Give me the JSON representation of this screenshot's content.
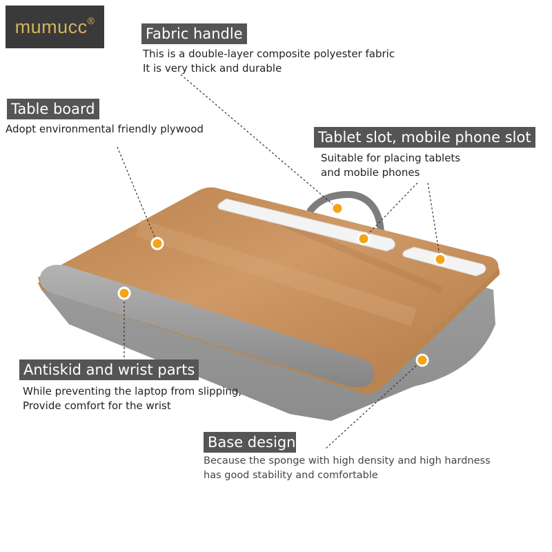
{
  "brand": {
    "name": "mumucc",
    "mark": "®",
    "color": "#d6b25a",
    "bg": "#3a3a3a"
  },
  "callouts": {
    "fabric_handle": {
      "title": "Fabric handle",
      "lines": [
        "This is a double-layer composite polyester fabric",
        "It is very thick and durable"
      ]
    },
    "table_board": {
      "title": "Table board",
      "lines": [
        "Adopt environmental friendly plywood"
      ]
    },
    "slot": {
      "title": "Tablet slot, mobile phone slot",
      "lines": [
        "Suitable for placing tablets",
        "and mobile phones"
      ]
    },
    "wrist": {
      "title": "Antiskid and wrist parts",
      "lines": [
        "While preventing the laptop from slipping,",
        "Provide comfort for the wrist"
      ]
    },
    "base": {
      "title": "Base design",
      "lines": [
        "Because the sponge with high density and high hardness",
        "has good stability and comfortable"
      ]
    }
  },
  "colors": {
    "title_bg": "#555555",
    "marker": "#f2a51a",
    "wood": "#c08a58",
    "fabric": "#9a9a9a"
  }
}
